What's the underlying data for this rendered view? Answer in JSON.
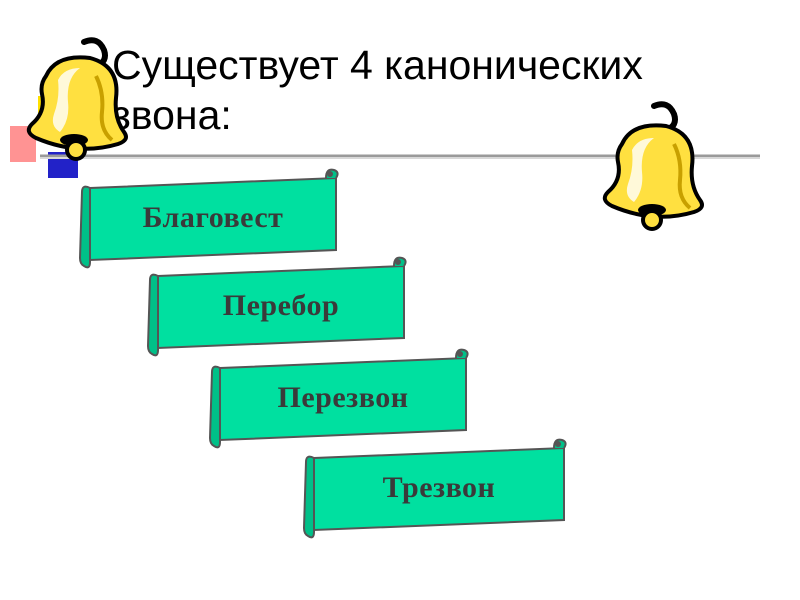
{
  "slide": {
    "title": "Существует 4 канонических звона:",
    "items": [
      {
        "label": "Благовест"
      },
      {
        "label": "Перебор"
      },
      {
        "label": "Перезвон"
      },
      {
        "label": "Трезвон"
      }
    ]
  },
  "icons": {
    "left": "bell-icon",
    "right": "bell-icon"
  },
  "colors": {
    "scroll_fill": "#00e0a0",
    "scroll_outline": "#5a5a5a",
    "bell_fill": "#ffe040",
    "title_rule": "#a0a0a0",
    "accent_red": "#ff6060",
    "accent_blue": "#2020c0",
    "accent_yellow": "#ffe000"
  }
}
